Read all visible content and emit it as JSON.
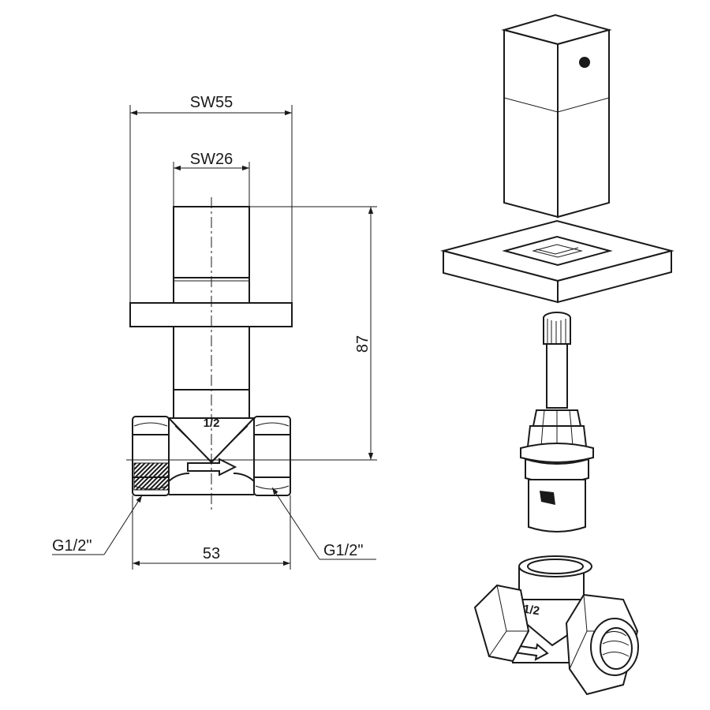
{
  "dimensions": {
    "sw55": "SW55",
    "sw26": "SW26",
    "height": "87",
    "width": "53",
    "thread_left": "G1/2\"",
    "thread_right": "G1/2\""
  },
  "markings": {
    "body_size": "1/2",
    "iso_body_size": "1/2"
  }
}
